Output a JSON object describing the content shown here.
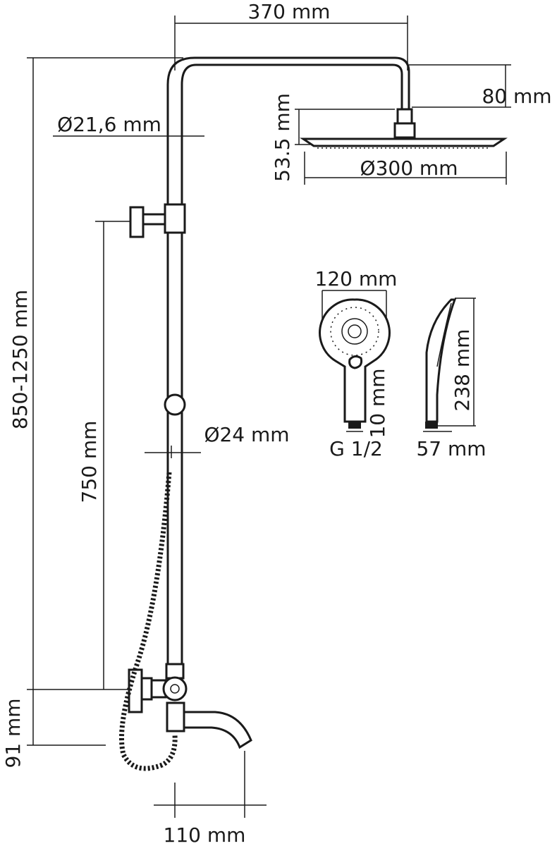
{
  "dimensions": {
    "arm_length": "370 mm",
    "arm_height": "80 mm",
    "head_height": "53.5 mm",
    "head_diameter": "Ø300 mm",
    "pipe_diameter_upper": "Ø21,6 mm",
    "total_height": "850-1250 mm",
    "slider_height": "750 mm",
    "pipe_diameter_lower": "Ø24 mm",
    "mixer_height": "91 mm",
    "spout_length": "110 mm",
    "hand_shower_width": "120 mm",
    "hand_shower_length": "238 mm",
    "hand_shower_depth": "57 mm",
    "thread_length": "10 mm",
    "thread": "G 1/2"
  }
}
